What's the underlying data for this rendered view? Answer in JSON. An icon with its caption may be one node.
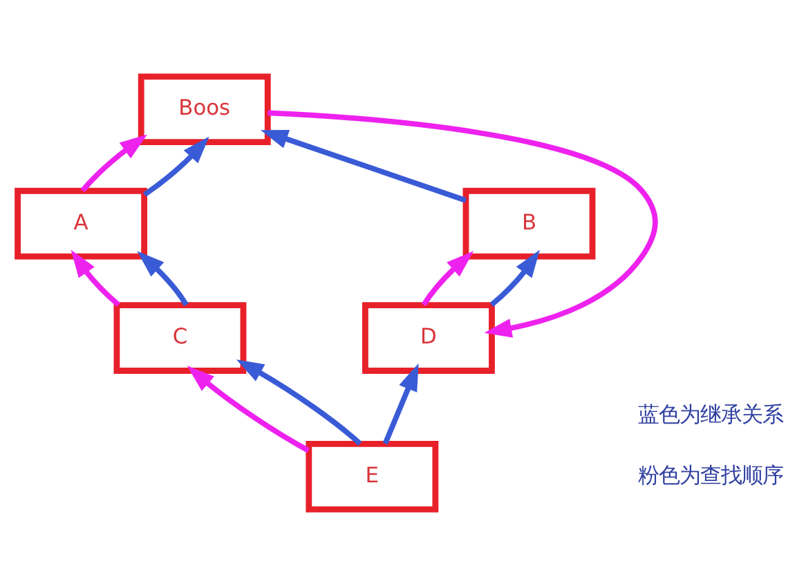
{
  "diagram": {
    "nodes": [
      {
        "text": [
          "Boos"
        ]
      },
      {
        "text": [
          "A"
        ]
      },
      {
        "text": [
          "B"
        ]
      },
      {
        "text": [
          "C"
        ]
      },
      {
        "text": [
          "D"
        ]
      },
      {
        "text": [
          "E"
        ]
      }
    ],
    "edges": [
      {
        "from": 1,
        "to": 0,
        "arrow": "to",
        "color": "#ee22ee"
      },
      {
        "from": 1,
        "to": 0,
        "arrow": "to"
      },
      {
        "from": 2,
        "to": 0,
        "arrow": "to"
      },
      {
        "from": 0,
        "to": 4,
        "arrow": "to",
        "color": "#ee22ee"
      },
      {
        "from": 3,
        "to": 1,
        "arrow": "to",
        "color": "#ee22ee"
      },
      {
        "from": 3,
        "to": 1,
        "arrow": "to"
      },
      {
        "from": 4,
        "to": 2,
        "arrow": "to",
        "color": "#ee22ee"
      },
      {
        "from": 4,
        "to": 2,
        "arrow": "to"
      },
      {
        "from": 5,
        "to": 3,
        "arrow": "to",
        "color": "#ee22ee"
      },
      {
        "from": 5,
        "to": 3,
        "arrow": "to"
      },
      {
        "from": 5,
        "to": 4,
        "arrow": "to"
      }
    ],
    "labels": [
      "蓝色为继承关系",
      "粉色为查找顺序"
    ]
  }
}
